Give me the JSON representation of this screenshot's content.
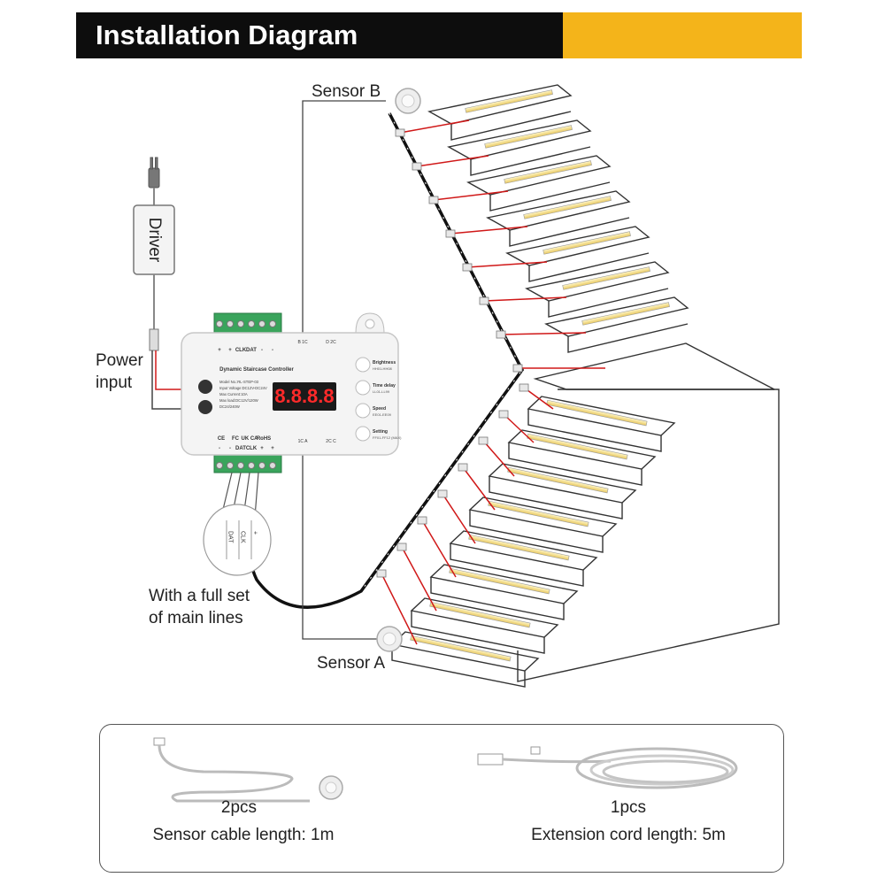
{
  "header": {
    "title": "Installation Diagram"
  },
  "labels": {
    "sensor_b": "Sensor B",
    "sensor_a": "Sensor A",
    "power_input_line1": "Power",
    "power_input_line2": "input",
    "driver": "Driver",
    "main_lines_line1": "With a full set",
    "main_lines_line2": "of main lines"
  },
  "controller": {
    "name": "Dynamic Staircase Controller",
    "display": "8.8.8.8",
    "specs": [
      "Model No.:RL-STEP-03",
      "Input Voltage:DC12V-DC24V",
      "Max Current:10A",
      "Max load:DC12V/120W",
      "DC24/240W"
    ],
    "buttons": [
      {
        "label": "Brightness",
        "sub": "HH01-HH08"
      },
      {
        "label": "Time delay",
        "sub": "LL01-LL99"
      },
      {
        "label": "Speed",
        "sub": "EE01-EE09"
      },
      {
        "label": "Setting",
        "sub": "FF01-FF12 (MAX)"
      }
    ],
    "top_terminals": [
      "+",
      "+",
      "CLK",
      "DAT",
      "-",
      "-"
    ],
    "bottom_terminals": [
      "-",
      "-",
      "DAT",
      "CLK",
      "+",
      "+"
    ],
    "sensor_ports": [
      "B 1C",
      "D 2C",
      "1C A",
      "2C C"
    ],
    "cert_marks": [
      "CE",
      "FC",
      "UK CA",
      "RoHS"
    ],
    "wire_tags": [
      "DAT",
      "CLK",
      "+"
    ]
  },
  "accessories": [
    {
      "qty": "2pcs",
      "desc": "Sensor cable length: 1m"
    },
    {
      "qty": "1pcs",
      "desc": "Extension cord length: 5m"
    }
  ],
  "colors": {
    "accent": "#f4b41a",
    "header_bg": "#0d0d0d",
    "wire_red": "#d01818",
    "led": "#f3e6a6"
  }
}
